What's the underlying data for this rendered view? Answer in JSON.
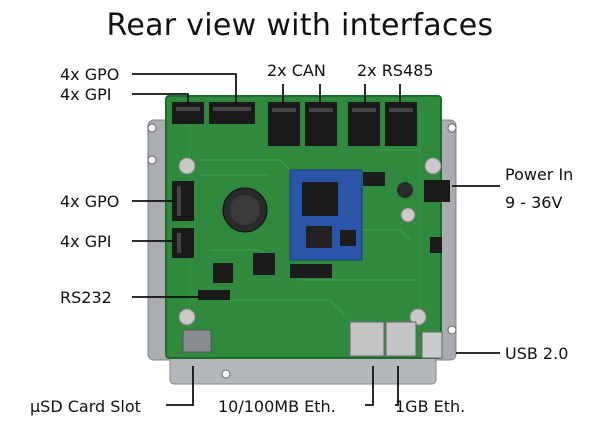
{
  "title": "Rear view with interfaces",
  "labels": {
    "gpo_top": "4x GPO",
    "gpi_top": "4x GPI",
    "can": "2x CAN",
    "rs485": "2x RS485",
    "power_in": "Power In",
    "power_range": "9 - 36V",
    "gpo_side": "4x GPO",
    "gpi_side": "4x GPI",
    "rs232": "RS232",
    "usb": "USB 2.0",
    "usd": "µSD Card Slot",
    "eth100": "10/100MB Eth.",
    "eth1g": "1GB Eth."
  },
  "colors": {
    "pcb": "#2f8a3e",
    "pcb_dark": "#1f6b2d",
    "plate": "#a9acb0",
    "module": "#2a55a8",
    "connector": "#1a1a1a",
    "leader": "#111111"
  }
}
